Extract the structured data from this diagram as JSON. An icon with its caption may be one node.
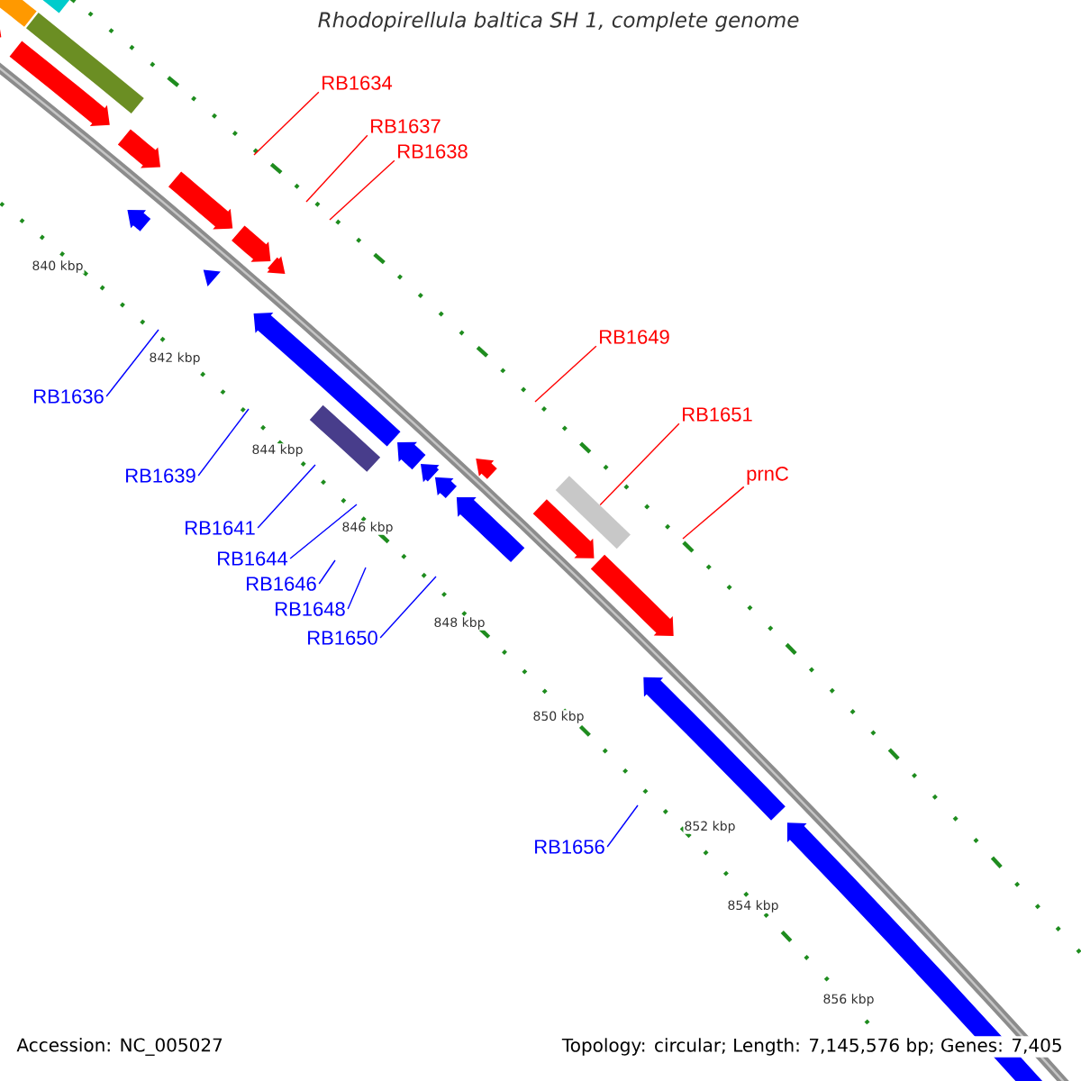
{
  "diagram": {
    "title": "Rhodopirellula baltica SH 1, complete genome",
    "nodes": [
      {
        "text": [
          "RB1634"
        ]
      },
      {
        "text": [
          "RB1637"
        ]
      },
      {
        "text": [
          "RB1638"
        ]
      },
      {
        "text": [
          "RB1649"
        ]
      },
      {
        "text": [
          "RB1636"
        ]
      },
      {
        "text": [
          "RB1651"
        ]
      },
      {
        "text": [
          "RB1639"
        ]
      },
      {
        "text": [
          "prnC"
        ]
      },
      {
        "text": [
          "RB1641"
        ]
      },
      {
        "text": [
          "RB1644"
        ]
      },
      {
        "text": [
          "RB1646"
        ]
      },
      {
        "text": [
          "RB1648"
        ]
      },
      {
        "text": [
          "RB1650"
        ]
      },
      {
        "text": [
          "RB1656"
        ]
      },
      {
        "text": [],
        "shape": "bar"
      }
    ],
    "edges": [
      {
        "from": 0,
        "to": null,
        "arrow": "none",
        "color": "#ff0000"
      },
      {
        "from": 1,
        "to": null,
        "arrow": "none",
        "color": "#ff0000"
      },
      {
        "from": 2,
        "to": null,
        "arrow": "none",
        "color": "#ff0000"
      },
      {
        "from": 3,
        "to": null,
        "arrow": "none",
        "color": "#ff0000"
      },
      {
        "from": 4,
        "to": null,
        "arrow": "none"
      },
      {
        "from": 5,
        "to": 14,
        "arrow": "none",
        "color": "#ff0000"
      },
      {
        "from": 6,
        "to": null,
        "arrow": "none"
      },
      {
        "from": 7,
        "to": null,
        "arrow": "none",
        "color": "#ff0000"
      },
      {
        "from": 8,
        "to": null,
        "arrow": "none"
      },
      {
        "from": 9,
        "to": null,
        "arrow": "none"
      },
      {
        "from": 10,
        "to": null,
        "arrow": "none"
      },
      {
        "from": 11,
        "to": null,
        "arrow": "none"
      },
      {
        "from": 12,
        "to": null,
        "arrow": "none"
      },
      {
        "from": 13,
        "to": null,
        "arrow": "none"
      }
    ],
    "labels": [
      "840 kbp",
      "842 kbp",
      "844 kbp",
      "846 kbp",
      "848 kbp",
      "850 kbp",
      "852 kbp",
      "854 kbp",
      "856 kbp",
      "Accession: NC_005027",
      "Topology: circular; Length: 7,145,576 bp; Genes: 7,405"
    ]
  }
}
